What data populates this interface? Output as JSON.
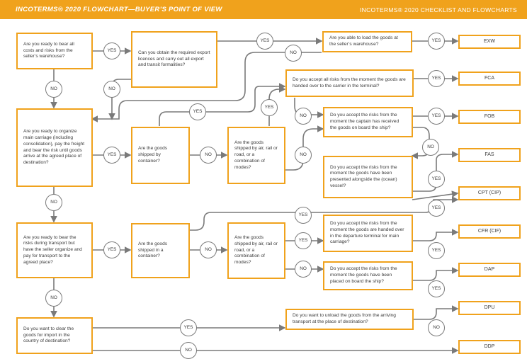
{
  "header": {
    "title": "INCOTERMS® 2020 FLOWCHART—BUYER’S POINT OF VIEW",
    "subtitle": "INCOTERMS® 2020 CHECKLIST AND FLOWCHARTS"
  },
  "questions": {
    "q1": "Are you ready to bear all costs and risks from the seller’s warehouse?",
    "q2": "Can you obtain the required export licences and carry out all export and transit formalities?",
    "q3": "Are you able to load the goods at the seller’s warehouse?",
    "q4": "Do you accept all risks from the moment the goods are handed over to the carrier in the terminal?",
    "q5": "Are you ready to organize main carriage (including consolidation), pay the freight and bear the risk until goods arrive at the agreed place of destination?",
    "q6": "Are the goods shipped by container?",
    "q7": "Are the goods shipped by air, rail or road, or a combination of modes?",
    "q8": "Do you accept the risks from the moment the captain has received the goods on board the ship?",
    "q9": "Do you accept the risks from the moment the goods have been presented alongside the (ocean) vessel?",
    "q10": "Are you ready to bear the risks during transport but have the seller organize and pay for transport to the agreed place?",
    "q11": "Are the goods shipped in a container?",
    "q12": "Are the goods shipped by air, rail or road, or a combination of modes?",
    "q13": "Do you accept the risks from the moment the goods are handed over in the departure terminal for main carriage?",
    "q14": "Do you accept the risks from the moment the goods have been placed on board the ship?",
    "q15": "Do you want to clear the goods for import in the country of destination?",
    "q16": "Do you want to unload the goods from the arriving transport at the place of destination?"
  },
  "outcomes": {
    "exw": "EXW",
    "fca": "FCA",
    "fob": "FOB",
    "fas": "FAS",
    "cpt": "CPT (CIP)",
    "cfr": "CFR (CIF)",
    "dap": "DAP",
    "dpu": "DPU",
    "ddp": "DDP"
  },
  "labels": {
    "yes": "YES",
    "no": "NO"
  }
}
